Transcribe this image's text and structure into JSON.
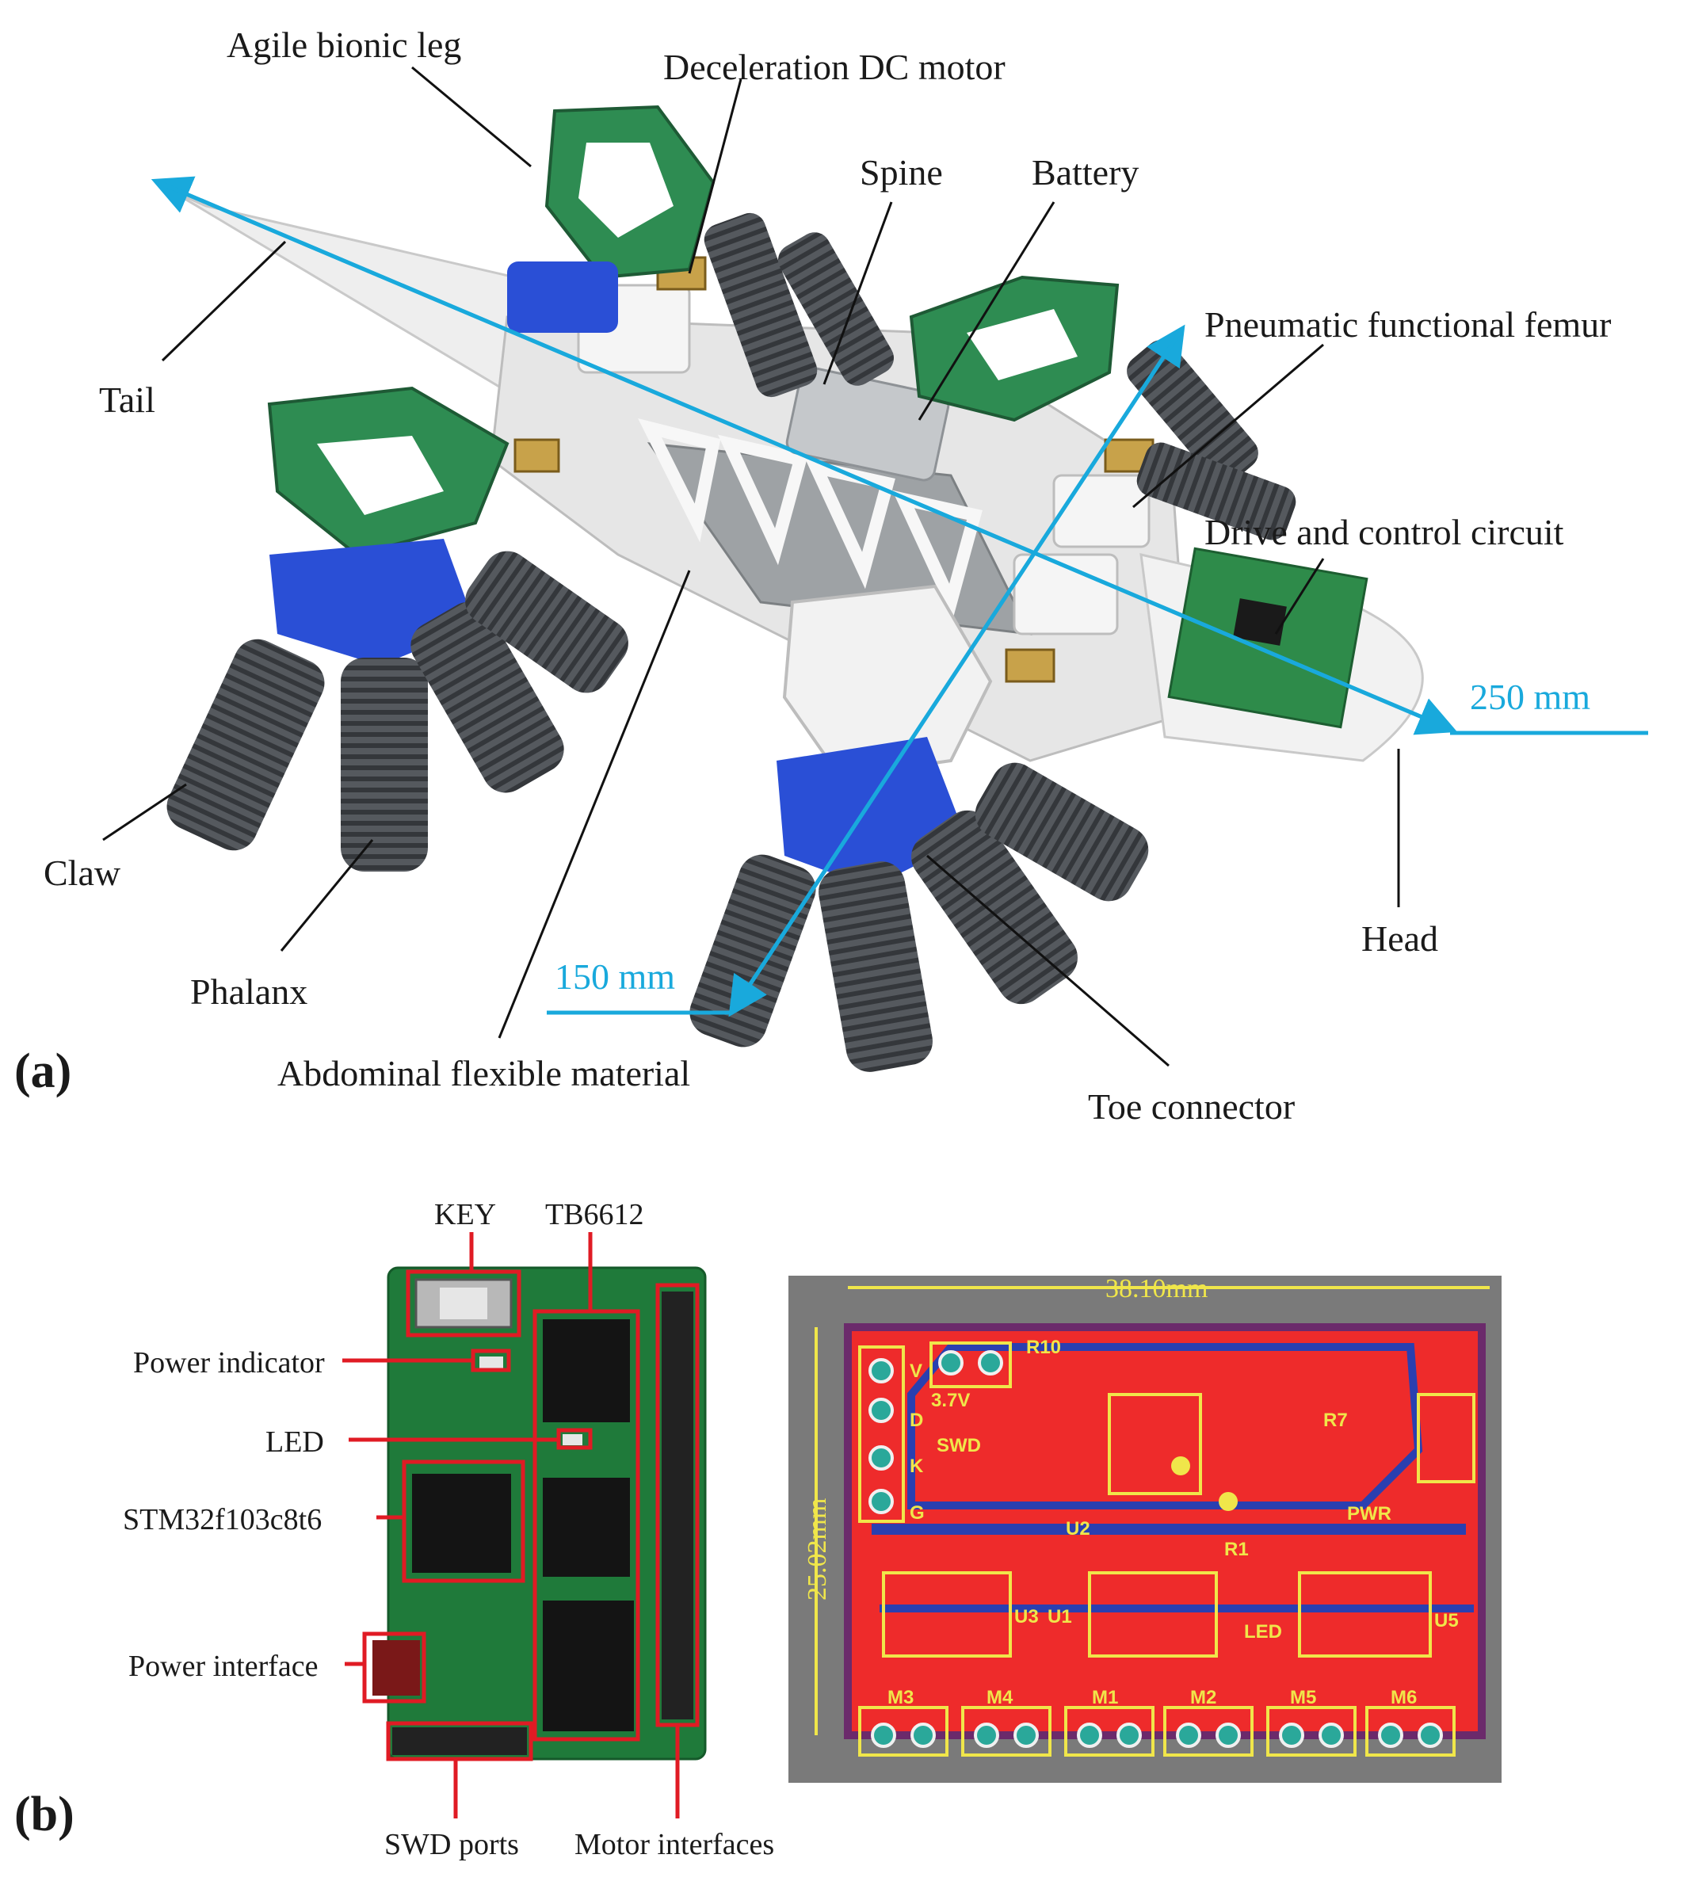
{
  "panel_a": {
    "tag": "(a)",
    "labels": {
      "agile_leg": "Agile bionic leg",
      "dc_motor": "Deceleration DC motor",
      "spine": "Spine",
      "battery": "Battery",
      "femur": "Pneumatic functional femur",
      "tail": "Tail",
      "drive_circuit": "Drive and control circuit",
      "claw": "Claw",
      "phalanx": "Phalanx",
      "abdominal": "Abdominal flexible material",
      "toe_connector": "Toe connector",
      "head": "Head"
    },
    "dimensions": {
      "length": "250 mm",
      "width": "150 mm"
    }
  },
  "panel_b": {
    "tag": "(b)",
    "labels": {
      "key": "KEY",
      "tb6612": "TB6612",
      "power_indicator": "Power indicator",
      "led": "LED",
      "mcu": "STM32f103c8t6",
      "power_interface": "Power interface",
      "swd_ports": "SWD  ports",
      "motor_interfaces": "Motor interfaces"
    },
    "layout": {
      "width_dim": "38.10mm",
      "height_dim": "25.02mm",
      "silk": {
        "v": "V",
        "d": "D",
        "k": "K",
        "g": "G",
        "v37": "3.7V",
        "swd": "SWD",
        "r10": "R10",
        "r7": "R7",
        "r1": "R1",
        "u2": "U2",
        "u3": "U3",
        "u1": "U1",
        "u5": "U5",
        "pwr": "PWR",
        "led": "LED",
        "m3": "M3",
        "m4": "M4",
        "m1": "M1",
        "m2": "M2",
        "m5": "M5",
        "m6": "M6"
      }
    }
  },
  "colors": {
    "dimension_blue": "#19a9dc",
    "callout_red": "#e01b24",
    "pcb_red": "#ee2b2b",
    "silkscreen_yellow": "#f0e64a",
    "pcb_green": "#1f7a3a"
  }
}
